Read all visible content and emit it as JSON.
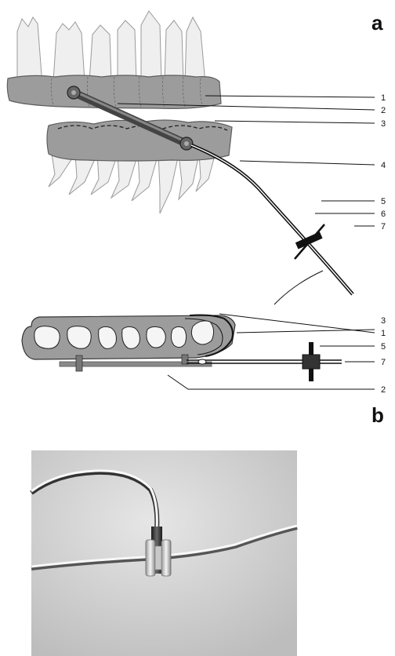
{
  "figure": {
    "panel_a": {
      "letter": "a",
      "top_labels": [
        "1",
        "2",
        "3",
        "4",
        "5",
        "6",
        "7"
      ],
      "bottom_labels": [
        "1",
        "3",
        "5",
        "7",
        "2"
      ]
    },
    "panel_b": {
      "letter": "b"
    }
  }
}
